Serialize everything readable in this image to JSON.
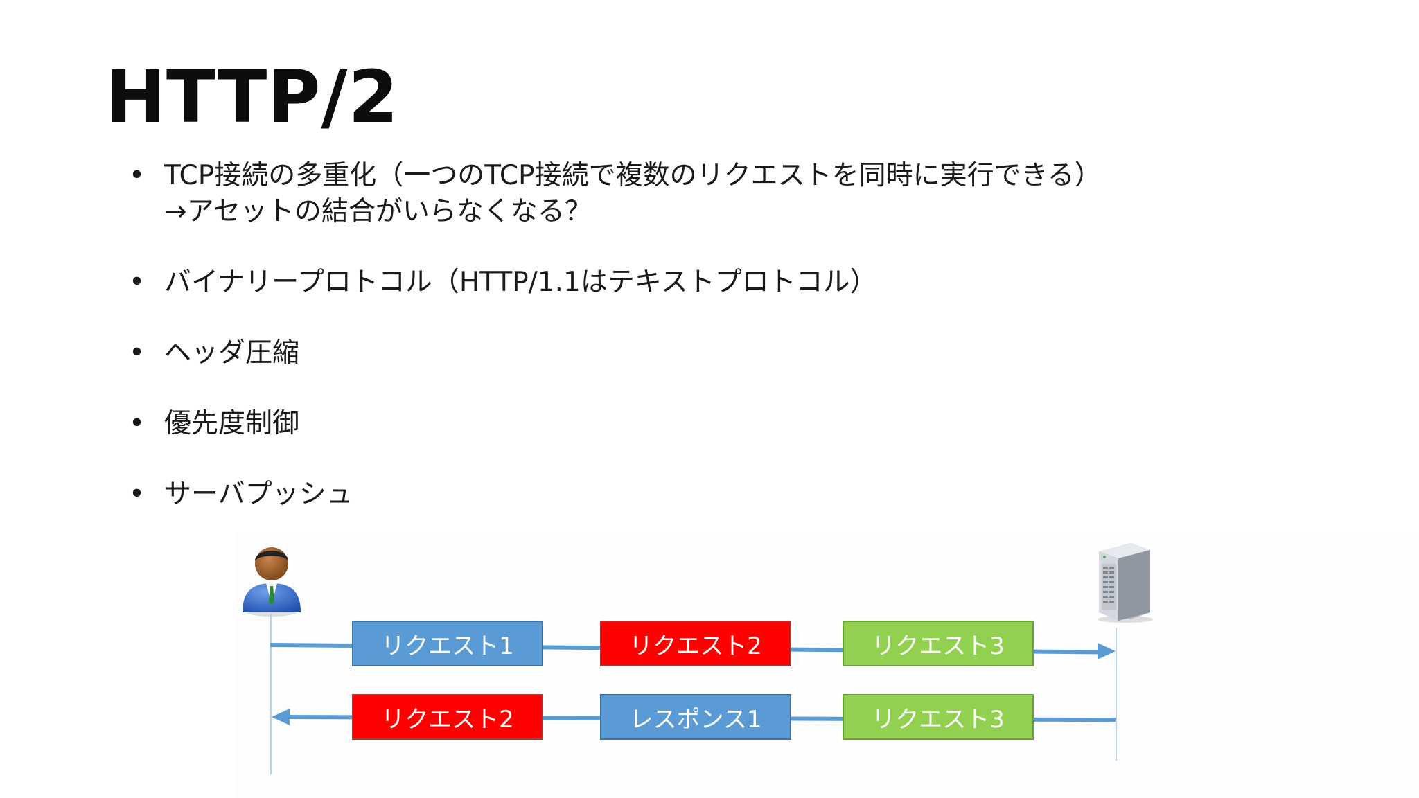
{
  "slide": {
    "title": "HTTP/2",
    "bullets": [
      {
        "line1": "TCP接続の多重化（一つのTCP接続で複数のリクエストを同時に実行できる）",
        "line2": "→アセットの結合がいらなくなる？"
      },
      {
        "line1": "バイナリープロトコル（HTTP/1.1はテキストプロトコル）"
      },
      {
        "line1": "ヘッダ圧縮"
      },
      {
        "line1": "優先度制御"
      },
      {
        "line1": "サーバプッシュ"
      }
    ],
    "bullet_marker": "•"
  },
  "diagram": {
    "client_icon": "user-icon",
    "server_icon": "server-icon",
    "colors": {
      "blue": "#5b9bd5",
      "red": "#ff0000",
      "green": "#92d050",
      "arrow": "#5b9bd5"
    },
    "request_row": [
      "リクエスト1",
      "リクエスト2",
      "リクエスト3"
    ],
    "response_row": [
      "リクエスト2",
      "レスポンス1",
      "リクエスト3"
    ]
  }
}
